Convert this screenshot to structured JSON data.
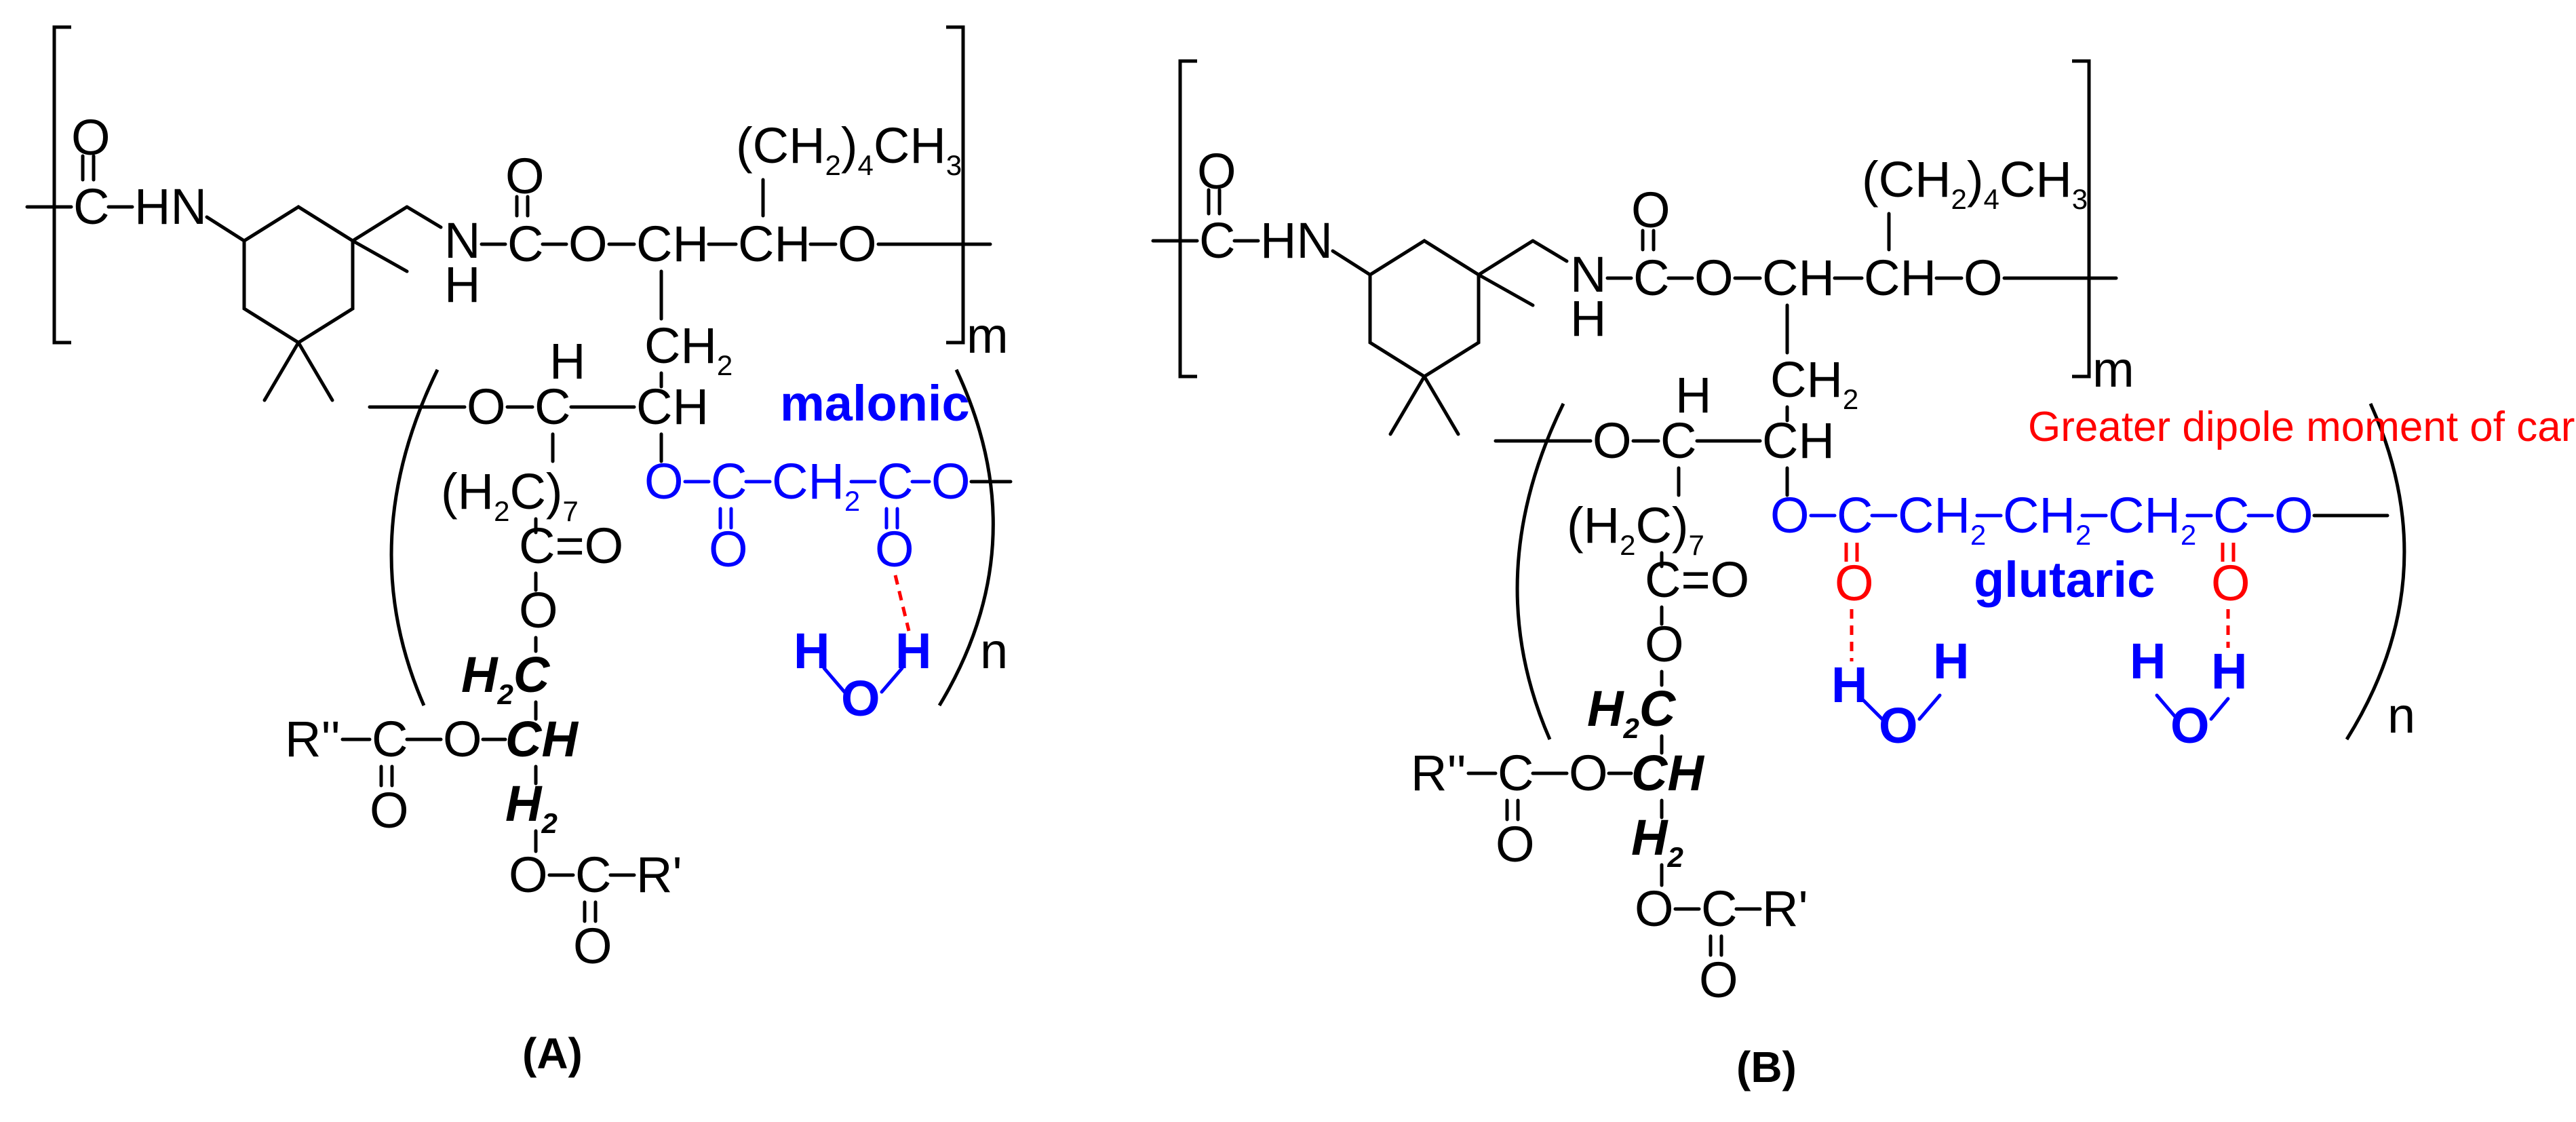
{
  "panel_a": {
    "caption": "(A)",
    "label_diacid": "malonic",
    "repeat_m": "m",
    "repeat_n": "n",
    "side_chain": "(CH",
    "side_chain_sub": "2",
    "side_chain_tail": ")",
    "side_chain_sub2": "4",
    "side_chain_end": "CH",
    "side_chain_sub3": "3"
  },
  "panel_b": {
    "caption": "(B)",
    "label_diacid": "glutaric",
    "annotation": "Greater dipole moment of carbonyl",
    "repeat_m": "m",
    "repeat_n": "n"
  },
  "atoms": {
    "O": "O",
    "C": "C",
    "H": "H",
    "HN": "HN",
    "N": "N",
    "CH": "CH",
    "CH2": "CH",
    "two": "2",
    "seven": "7",
    "H2C": "(H",
    "H2C_end": "C)",
    "CO": "C=O",
    "Rpp": "R''",
    "Rp": "R'",
    "H2C_it": "H",
    "C_it": "C",
    "CH_it": "CH"
  },
  "colors": {
    "structure": "#000000",
    "diacid": "#0000ff",
    "hbond": "#ff0000",
    "annotation": "#ff0000"
  }
}
